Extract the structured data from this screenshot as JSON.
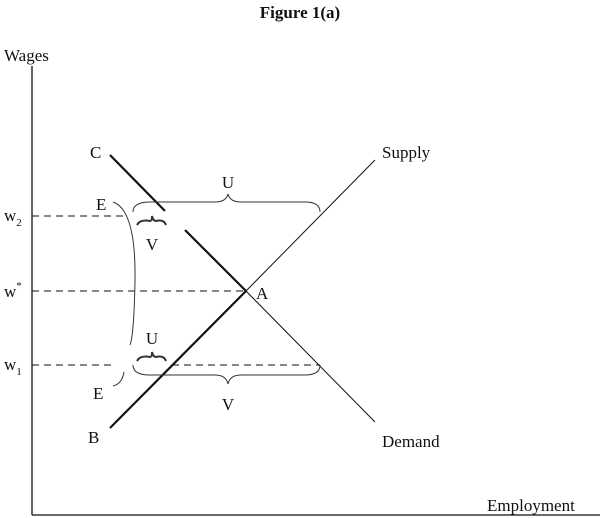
{
  "title": "Figure 1(a)",
  "axes": {
    "y_label": "Wages",
    "x_label": "Employment"
  },
  "wage_levels": {
    "w2": "w",
    "w2_sub": "2",
    "wstar": "w",
    "wstar_sup": "*",
    "w1": "w",
    "w1_sub": "1"
  },
  "curves": {
    "supply": "Supply",
    "demand": "Demand"
  },
  "points": {
    "A": "A",
    "B": "B",
    "C": "C"
  },
  "regions": {
    "U_top": "U",
    "V_top": "V",
    "E_top": "E",
    "U_bottom": "U",
    "V_bottom": "V",
    "E_bottom": "E"
  }
}
